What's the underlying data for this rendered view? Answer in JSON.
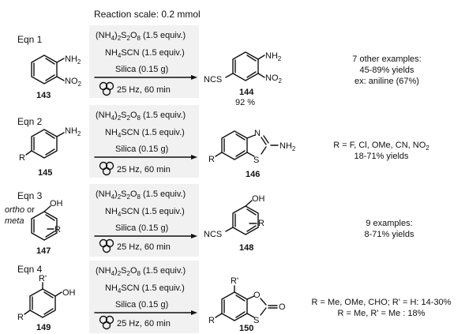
{
  "scale": "Reaction scale: 0.2 mmol",
  "shared": {
    "nh4": "(NH",
    "s2o8": ")",
    "equiv1": " (1.5 equiv.)",
    "nh4scn_a": "NH",
    "nh4scn_b": "SCN (1.5 equiv.)",
    "silica": "Silica (0.15 g)",
    "milling": "25 Hz, 60 min",
    "sub4": "4",
    "sub2": "2",
    "sub2b": "2",
    "sub8": "8",
    "sub4b": "4"
  },
  "eqns": [
    {
      "label": "Eqn 1",
      "sm": "143",
      "product": "144",
      "yield": "92 %",
      "sm_groups": {
        "nh2a": "NH",
        "nh2b": "2",
        "no2a": "NO",
        "no2b": "2"
      },
      "p_groups": {
        "nh2a": "NH",
        "nh2b": "2",
        "no2a": "NO",
        "no2b": "2",
        "scn": "NCS"
      },
      "notes": [
        "7 other examples:",
        "45-89% yields",
        "ex: aniline (67%)"
      ]
    },
    {
      "label": "Eqn 2",
      "sm": "145",
      "product": "146",
      "sm_groups": {
        "nh2a": "NH",
        "nh2b": "2",
        "r": "R"
      },
      "p_groups": {
        "nh2a": "NH",
        "nh2b": "2",
        "r": "R",
        "n": "N",
        "s": "S"
      },
      "notes": [
        "R = F, Cl, OMe, CN, NO",
        "18-71% yields"
      ],
      "note_sub": "2"
    },
    {
      "label": "Eqn 3",
      "sm": "147",
      "product": "148",
      "sm_groups": {
        "ortho": "ortho",
        "or": " or",
        "meta": "meta",
        "oh": "OH",
        "r": "R"
      },
      "p_groups": {
        "oh": "OH",
        "r": "R",
        "scn": "NCS"
      },
      "notes": [
        "9 examples:",
        "8-71% yields"
      ]
    },
    {
      "label": "Eqn 4",
      "sm": "149",
      "product": "150",
      "sm_groups": {
        "oh": "OH",
        "r": "R",
        "rp": "R'"
      },
      "p_groups": {
        "r": "R",
        "rp": "R'",
        "o": "O",
        "s": "S",
        "co": "O"
      },
      "notes": [
        "R = Me, OMe, CHO; R' = H: 14-30%",
        "R = Me, R' = Me : 18%"
      ]
    }
  ]
}
